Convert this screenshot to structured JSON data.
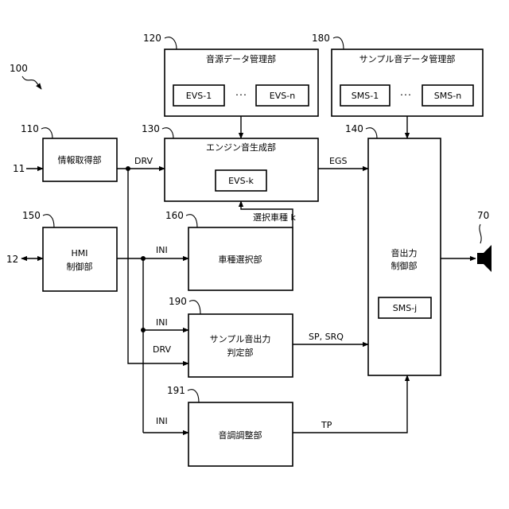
{
  "refs": {
    "system": "100",
    "sound_source_data": "120",
    "sample_sound_data": "180",
    "info_acq": "110",
    "engine_gen": "130",
    "sound_output": "140",
    "hmi": "150",
    "vehicle_select": "160",
    "sample_output_judge": "190",
    "tone_adjust": "191",
    "input_11": "11",
    "io_12": "12",
    "speaker": "70"
  },
  "blocks": {
    "sound_source_data": "音源データ管理部",
    "sample_sound_data": "サンプル音データ管理部",
    "info_acq": "情報取得部",
    "engine_gen": "エンジン音生成部",
    "sound_output_l1": "音出力",
    "sound_output_l2": "制御部",
    "hmi_l1": "HMI",
    "hmi_l2": "制御部",
    "vehicle_select": "車種選択部",
    "sample_judge_l1": "サンプル音出力",
    "sample_judge_l2": "判定部",
    "tone_adjust": "音調調整部"
  },
  "sub_items": {
    "evs_1": "EVS-1",
    "evs_n": "EVS-n",
    "evs_ellipsis": "･･･",
    "sms_1": "SMS-1",
    "sms_n": "SMS-n",
    "sms_ellipsis": "･･･",
    "evs_k": "EVS-k",
    "sms_j": "SMS-j"
  },
  "signals": {
    "drv_top": "DRV",
    "egs": "EGS",
    "vehicle_type_k": "選択車種 k",
    "ini_vehicle": "INI",
    "ini_judge": "INI",
    "drv_judge": "DRV",
    "sp_srq": "SP, SRQ",
    "ini_tone": "INI",
    "tp": "TP"
  }
}
